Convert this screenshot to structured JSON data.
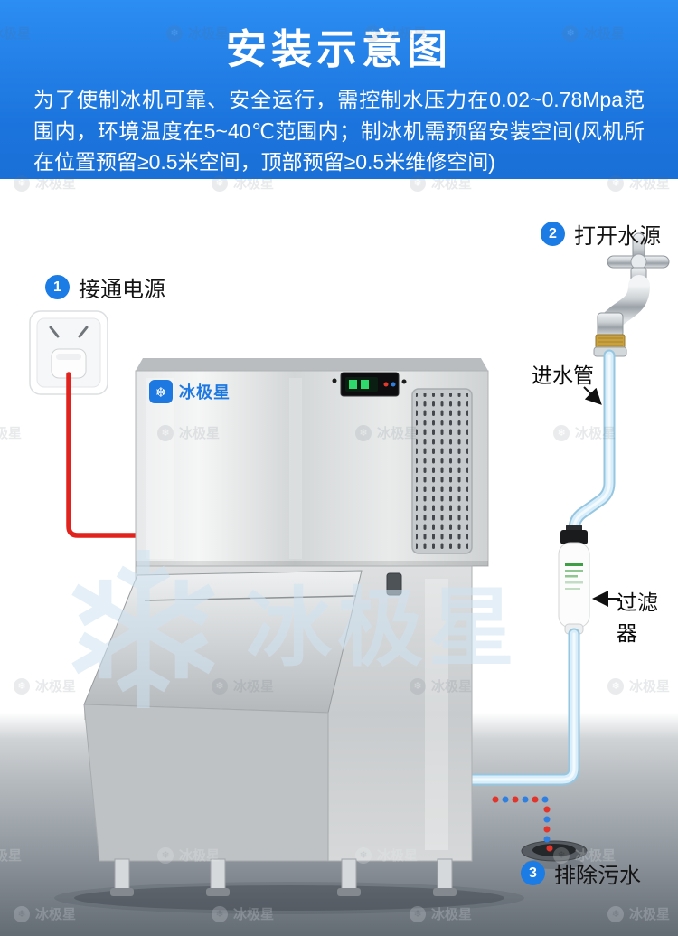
{
  "header": {
    "title": "安装示意图",
    "description": "为了使制冰机可靠、安全运行，需控制水压力在0.02~0.78Mpa范围内，环境温度在5~40℃范围内；制冰机需预留安装空间(风机所在位置预留≥0.5米空间，顶部预留≥0.5米维修空间)"
  },
  "steps": [
    {
      "number": "1",
      "label": "接通电源"
    },
    {
      "number": "2",
      "label": "打开水源"
    },
    {
      "number": "3",
      "label": "排除污水"
    }
  ],
  "callouts": {
    "inlet_pipe": "进水管",
    "filter": "过滤器"
  },
  "machine": {
    "brand": "冰极星"
  },
  "watermark": {
    "text": "冰极星"
  },
  "icons": {
    "snowflake": "❄"
  },
  "colors": {
    "header_blue": "#1b74dd",
    "step_blue": "#1b7ce6",
    "cable_red": "#e2231d",
    "pipe_blue": "#d9eefb",
    "brand_blue": "#1d78e2",
    "watermark_blue": "#cfe3f2"
  }
}
